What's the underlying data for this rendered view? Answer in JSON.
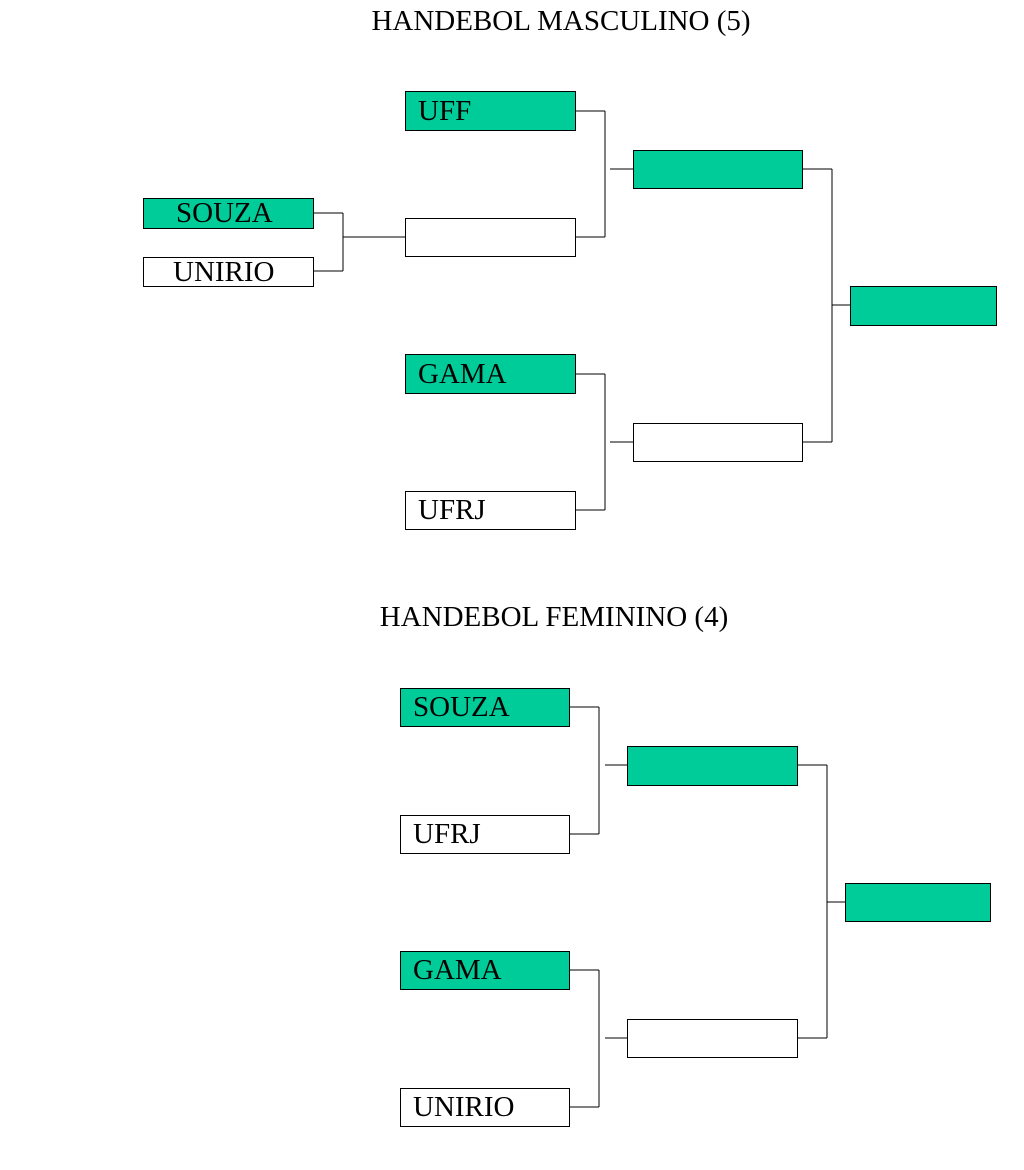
{
  "masculino": {
    "title": "HANDEBOL MASCULINO (5)",
    "colors": {
      "advanced": "#00cc99",
      "empty": "#ffffff"
    },
    "teams": {
      "uff": "UFF",
      "souza": "SOUZA",
      "unirio": "UNIRIO",
      "gama": "GAMA",
      "ufrj": "UFRJ"
    }
  },
  "feminino": {
    "title": "HANDEBOL FEMININO (4)",
    "teams": {
      "souza": "SOUZA",
      "ufrj": "UFRJ",
      "gama": "GAMA",
      "unirio": "UNIRIO"
    }
  }
}
